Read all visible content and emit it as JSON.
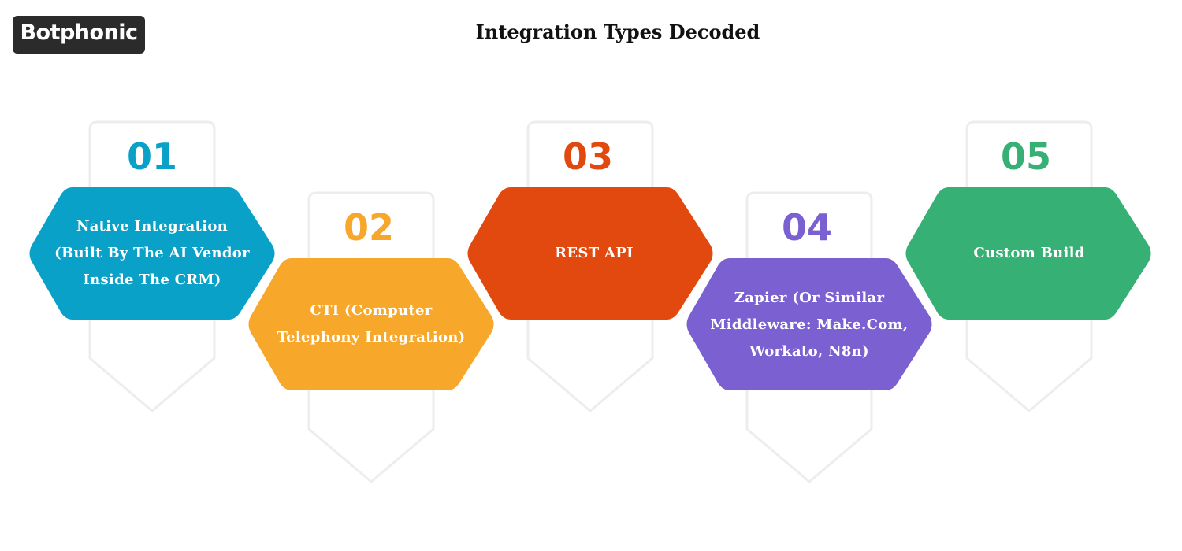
{
  "brand": {
    "logo_text": "Botphonic"
  },
  "title": "Integration Types Decoded",
  "steps": [
    {
      "number": "01",
      "color": "#0aa1c9",
      "lines": [
        "Native Integration",
        "(Built By The AI Vendor",
        "Inside The CRM)"
      ]
    },
    {
      "number": "02",
      "color": "#f7a72a",
      "lines": [
        "CTI (Computer",
        "Telephony Integration)"
      ]
    },
    {
      "number": "03",
      "color": "#e2490f",
      "lines": [
        "REST API"
      ]
    },
    {
      "number": "04",
      "color": "#7a60d0",
      "lines": [
        "Zapier (Or Similar",
        "Middleware: Make.Com,",
        "Workato, N8n)"
      ]
    },
    {
      "number": "05",
      "color": "#37b076",
      "lines": [
        "Custom Build"
      ]
    }
  ]
}
